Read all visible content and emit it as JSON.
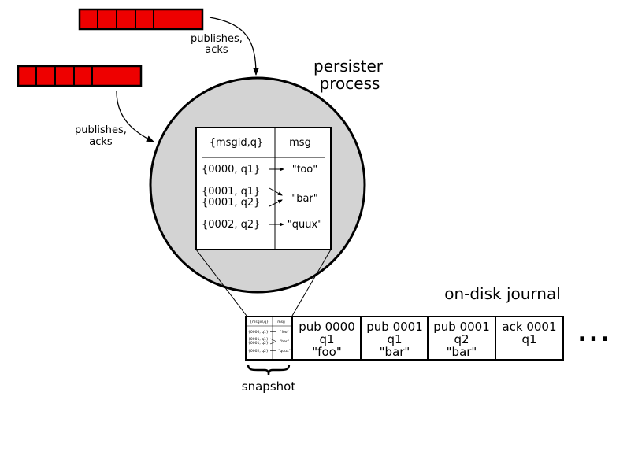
{
  "queues": {
    "top_label_line1": "publishes,",
    "top_label_line2": "acks",
    "left_label_line1": "publishes,",
    "left_label_line2": "acks",
    "color": "#ee0000"
  },
  "persister": {
    "title_line1": "persister",
    "title_line2": "process",
    "fill": "#d3d3d3"
  },
  "table": {
    "header_key": "{msgid,q}",
    "header_val": "msg",
    "rows": [
      {
        "key": "{0000, q1}",
        "val": "\"foo\""
      },
      {
        "key": "{0001, q1}",
        "val": ""
      },
      {
        "key": "{0001, q2}",
        "val": "\"bar\""
      },
      {
        "key": "{0002, q2}",
        "val": "\"quux\""
      }
    ]
  },
  "snapshot": {
    "header_key": "{msgid,q}",
    "header_val": "msg",
    "rows": [
      {
        "key": "{0000, q1}",
        "val": "\"foo\""
      },
      {
        "key": "{0001, q1}",
        "val": ""
      },
      {
        "key": "{0001, q2}",
        "val": "\"bar\""
      },
      {
        "key": "{0002, q2}",
        "val": "\"quux\""
      }
    ],
    "label": "snapshot"
  },
  "journal": {
    "title": "on-disk journal",
    "entries": [
      {
        "line1": "pub 0000",
        "line2": "q1",
        "line3": "\"foo\""
      },
      {
        "line1": "pub 0001",
        "line2": "q1",
        "line3": "\"bar\""
      },
      {
        "line1": "pub 0001",
        "line2": "q2",
        "line3": "\"bar\""
      },
      {
        "line1": "ack 0001",
        "line2": "q1",
        "line3": ""
      }
    ],
    "ellipsis": "..."
  }
}
